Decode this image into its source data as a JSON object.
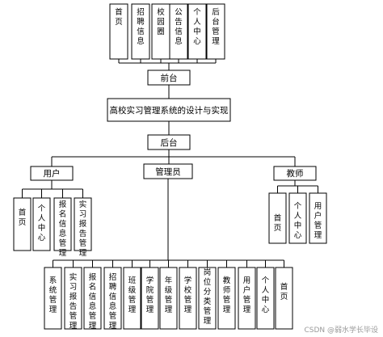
{
  "top_nodes": [
    "首页",
    "招聘信息",
    "校园圈",
    "公告信息",
    "个人中心",
    "后台管理"
  ],
  "front": "前台",
  "root": "高校实习管理系统的设计与实现",
  "back": "后台",
  "roles": {
    "user": "用户",
    "admin": "管理员",
    "teacher": "教师"
  },
  "user_children": [
    "首页",
    "个人中心",
    "报名信息管理",
    "实习报告管理"
  ],
  "teacher_children": [
    "首页",
    "个人中心",
    "用户管理"
  ],
  "admin_children": [
    "系统管理",
    "实习报告管理",
    "报名信息管理",
    "招聘信息管理",
    "班级管理",
    "学院管理",
    "年级管理",
    "学校管理",
    "岗位分类管理",
    "教师管理",
    "用户管理",
    "个人中心",
    "首页"
  ],
  "watermark": "CSDN @弱水学长毕设"
}
